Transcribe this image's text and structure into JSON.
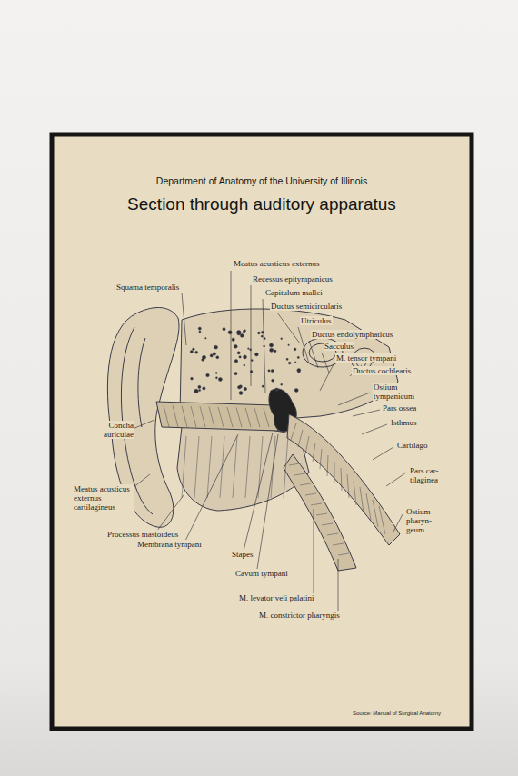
{
  "diagram": {
    "title": "Section through auditory apparatus",
    "caption": "Source: Manual of Surgical Anatomy",
    "labels": [
      "Department of Anatomy of the University of Illinois",
      "Meatus acusticus externus",
      "Recessus epitympanicus",
      "Capitulum mallei",
      "Ductus semicircularis",
      "Squama temporalis",
      "Utriculus",
      "Ductus endolymphaticus",
      "Sacculus",
      "M. tensor tympani",
      "Ductus cochlearis",
      "Ostium tympanicum",
      "Pars ossea",
      "Isthmus",
      "Concha auriculae",
      "Cartilago",
      "Pars car- tilaginea",
      "Ostium pharyn- geum",
      "Meatus acusticus externus cartilagineus",
      "Processus mastoideus",
      "Membrana tympani",
      "Stapes",
      "Cavum tympani",
      "M. levator veli palatini",
      "M. constrictor pharyngis"
    ]
  }
}
